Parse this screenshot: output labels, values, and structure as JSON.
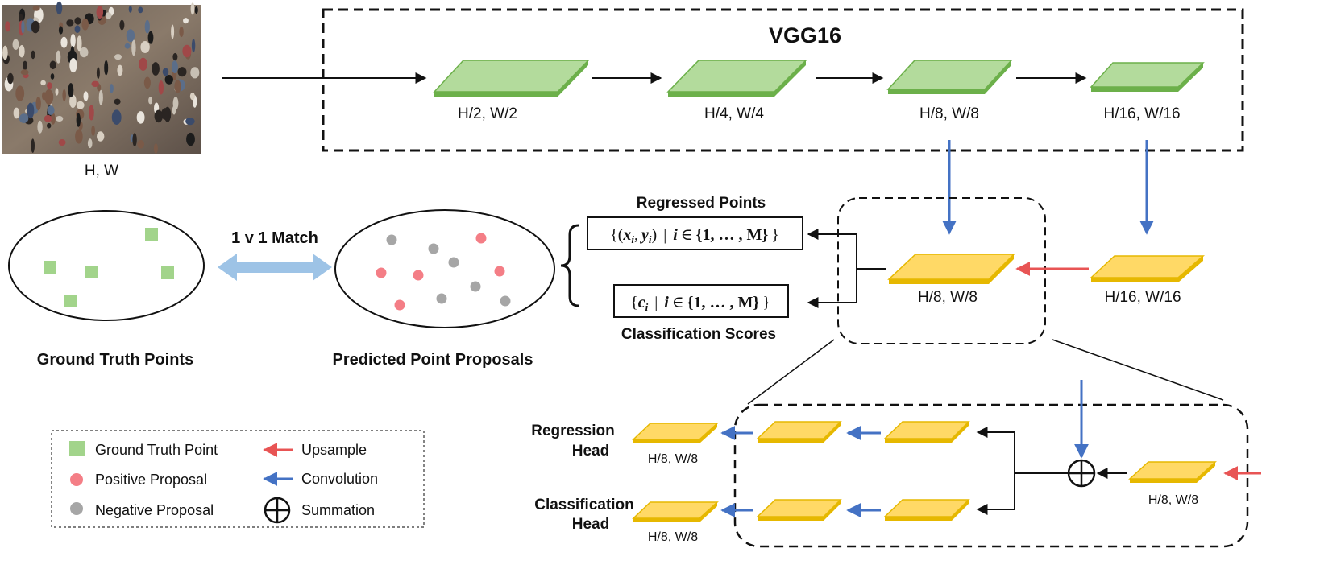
{
  "input": {
    "label": "H, W"
  },
  "vgg": {
    "title": "VGG16",
    "stages": [
      "H/2, W/2",
      "H/4, W/4",
      "H/8, W/8",
      "H/16, W/16"
    ]
  },
  "fusion": {
    "upsampled_label": "H/16, W/16",
    "fused_label": "H/8, W/8"
  },
  "outputs": {
    "regressed_title": "Regressed Points",
    "regressed_set": {
      "open": "{(",
      "x": "x",
      "comma": ",",
      "y": "y",
      "sub": "i",
      "close1": ")",
      "mid": "|",
      "i": "i",
      "in": "∈",
      "set": "{1, … , M}",
      "close": "}"
    },
    "scores_title": "Classification Scores",
    "scores_set": {
      "open": "{",
      "c": "c",
      "sub": "i",
      "mid": "|",
      "i": "i",
      "in": "∈",
      "set": "{1, … , M}",
      "close": "}"
    }
  },
  "matching": {
    "label": "1 v 1 Match",
    "gt_label": "Ground Truth Points",
    "pred_label": "Predicted Point Proposals"
  },
  "heads": {
    "regression": [
      "Regression",
      "Head"
    ],
    "classification": [
      "Classification",
      "Head"
    ],
    "regression_size": "H/8, W/8",
    "classification_size": "H/8, W/8",
    "input_size": "H/8, W/8"
  },
  "legend": [
    {
      "icon": "green-square-icon",
      "label": "Ground Truth Point"
    },
    {
      "icon": "red-circle-icon",
      "label": "Positive Proposal"
    },
    {
      "icon": "gray-circle-icon",
      "label": "Negative Proposal"
    },
    {
      "icon": "red-arrow-icon",
      "label": "Upsample"
    },
    {
      "icon": "blue-arrow-icon",
      "label": "Convolution"
    },
    {
      "icon": "circled-plus-icon",
      "label": "Summation"
    }
  ],
  "colors": {
    "green_face": "#b3db9c",
    "green_edge": "#6cb04a",
    "yellow_face": "#ffd966",
    "yellow_edge": "#e6b800",
    "blue_arrow": "#4472c4",
    "red_arrow": "#e85454",
    "match_arrow": "#9dc3e6",
    "positive": "#f47e86",
    "negative": "#a6a6a6",
    "gt_square": "#a2d48b"
  }
}
